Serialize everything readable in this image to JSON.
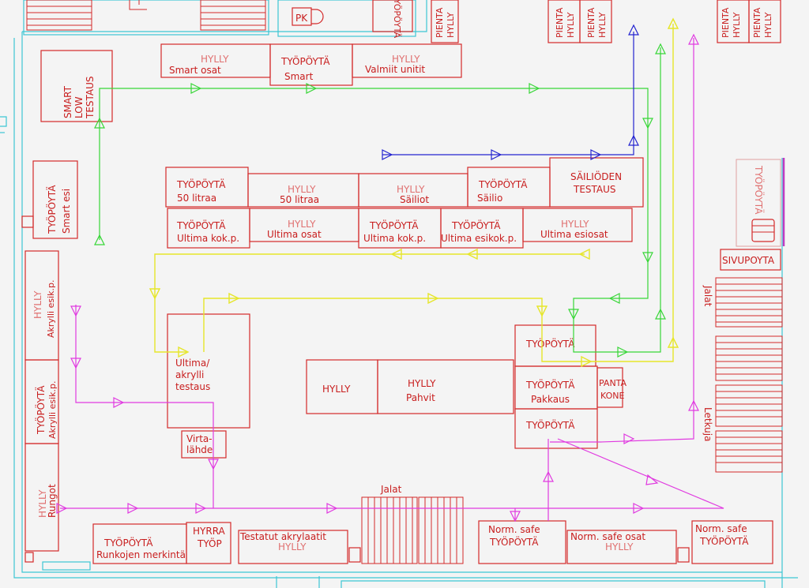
{
  "labels": {
    "smart_low": [
      "SMART",
      "LOW",
      "TESTAUS"
    ],
    "hylly": "HYLLY",
    "smart_osat": "Smart osat",
    "tyopoyta": "TYÖPÖYTÄ",
    "smart": "Smart",
    "valmiit_unitit": "Valmiit unitit",
    "pienta": "PIENTA",
    "pk": "PK",
    "smart_esi": "Smart esi",
    "litraa50": "50 litraa",
    "sailiot": "Säiliot",
    "sailio": "Säilio",
    "sailioden": "SÄILIÖDEN",
    "testaus": "TESTAUS",
    "ultima_kok": "Ultima kok.p.",
    "ultima_osat": "Ultima osat",
    "ultima_esikok": "Ultima esikok.p.",
    "ultima_esiosat": "Ultima esiosat",
    "ultima_akrylli": [
      "Ultima/",
      "akrylli",
      "testaus"
    ],
    "virta": [
      "Virta-",
      "lähde"
    ],
    "pahvit": "Pahvit",
    "pakkaus": "Pakkaus",
    "panta": [
      "PANTA",
      "KONE"
    ],
    "akrylli_esik": "Akrylli esik.p.",
    "rungot": "Rungot",
    "sivupoyta": "SIVUPOYTA",
    "tyopoyta_sm": "TYÖPÖYTÄ",
    "jalat": "Jalat",
    "letkuja": "Letkuja",
    "runkojen": "Runkojen merkintä",
    "hyrra": "HYRRA",
    "tyop": "TYÖP",
    "testatut": "Testatut akrylaatit",
    "norm_safe": "Norm. safe",
    "norm_safe_osat": "Norm. safe osat"
  },
  "colors": {
    "boxes": "#d42a2a",
    "walls": "#3cc6d4",
    "flow_green": "#37d637",
    "flow_blue": "#2424d0",
    "flow_yellow": "#e6e62a",
    "flow_magenta": "#e03ae0"
  }
}
